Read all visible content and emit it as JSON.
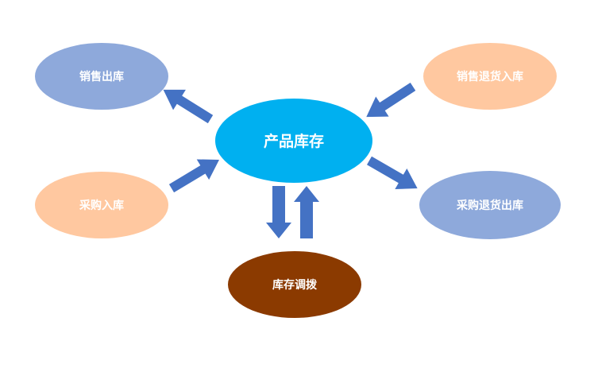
{
  "diagram": {
    "center": {
      "label": "产品库存",
      "color": "#00B0F0"
    },
    "nodes": {
      "sales_out": {
        "label": "销售出库",
        "color": "#8EA9DB"
      },
      "purchase_in": {
        "label": "采购入库",
        "color": "#FFC8A0"
      },
      "sales_return_in": {
        "label": "销售退货入库",
        "color": "#FFC8A0"
      },
      "purchase_return_out": {
        "label": "采购退货出库",
        "color": "#8EA9DB"
      },
      "transfer": {
        "label": "库存调拨",
        "color": "#8B3A00"
      }
    },
    "arrow_color": "#4472C4"
  }
}
